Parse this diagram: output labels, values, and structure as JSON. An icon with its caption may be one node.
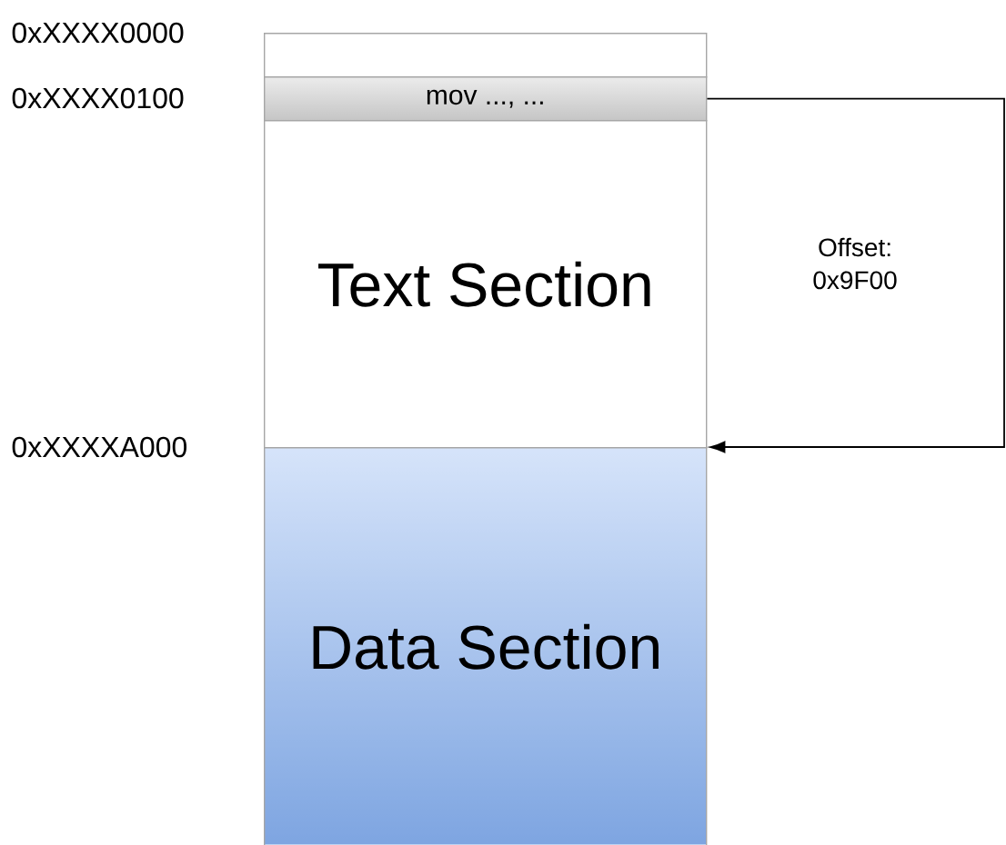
{
  "diagram": {
    "nodes": [
      {
        "text": [],
        "shape": "box"
      },
      {
        "text": [
          "mov ..., ..."
        ]
      },
      {
        "text": [
          "Text Section"
        ]
      },
      {
        "text": [
          "Data Section"
        ]
      }
    ],
    "edges": [
      {
        "from": 1,
        "to": 3,
        "arrow": "to",
        "label": "Offset: 0x9F00"
      }
    ],
    "labels": [
      "0xXXXX0000",
      "0xXXXX0100",
      "0xXXXXA000"
    ]
  }
}
